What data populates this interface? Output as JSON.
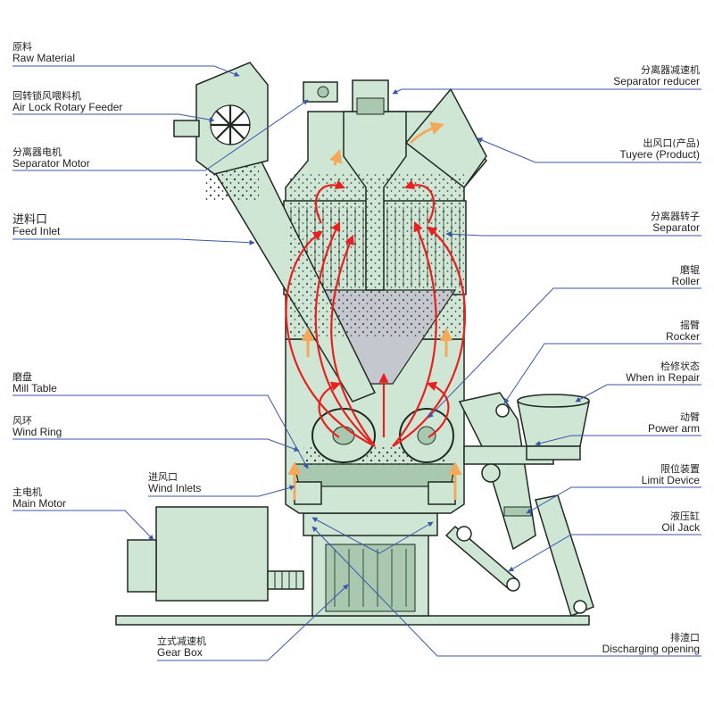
{
  "colors": {
    "machine_fill": "#cfe6d4",
    "machine_dark": "#a8c9b0",
    "outline": "#1f2a22",
    "airflow": "#e82020",
    "return_flow": "#f5a85a",
    "leader": "#3a56a8",
    "grind_zone": "#c4c7cd"
  },
  "labels": {
    "raw_material": {
      "zh": "原料",
      "en": "Raw Material"
    },
    "air_lock_feeder": {
      "zh": "回转锁风喂料机",
      "en": "Air Lock Rotary Feeder"
    },
    "separator_motor": {
      "zh": "分离器电机",
      "en": "Separator Motor"
    },
    "feed_inlet": {
      "zh": "进料口",
      "en": "Feed Inlet"
    },
    "mill_table": {
      "zh": "磨盘",
      "en": "Mill Table"
    },
    "wind_ring": {
      "zh": "风环",
      "en": "Wind Ring"
    },
    "wind_inlets": {
      "zh": "进风口",
      "en": "Wind Inlets"
    },
    "main_motor": {
      "zh": "主电机",
      "en": "Main Motor"
    },
    "gear_box": {
      "zh": "立式减速机",
      "en": "Gear Box"
    },
    "separator_reducer": {
      "zh": "分离器减速机",
      "en": "Separator reducer"
    },
    "tuyere": {
      "zh": "出风口(产品)",
      "en": "Tuyere (Product)"
    },
    "separator": {
      "zh": "分离器转子",
      "en": "Separator"
    },
    "roller": {
      "zh": "磨辊",
      "en": "Roller"
    },
    "rocker": {
      "zh": "摇臂",
      "en": "Rocker"
    },
    "when_in_repair": {
      "zh": "检修状态",
      "en": "When in Repair"
    },
    "power_arm": {
      "zh": "动臂",
      "en": "Power arm"
    },
    "limit_device": {
      "zh": "限位装置",
      "en": "Limit Device"
    },
    "oil_jack": {
      "zh": "液压缸",
      "en": "Oil Jack"
    },
    "discharging_opening": {
      "zh": "排渣口",
      "en": "Discharging opening"
    }
  }
}
